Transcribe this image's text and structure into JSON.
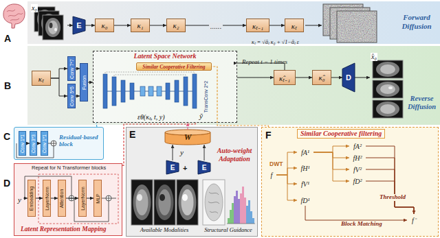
{
  "diagram": {
    "nodes": [
      {
        "text": [
          "Forward Diffusion"
        ]
      },
      {
        "text": [
          "x₀"
        ],
        "in": 0
      },
      {
        "text": [
          "E"
        ],
        "in": 0
      },
      {
        "text": [
          "κ₀"
        ],
        "in": 0
      },
      {
        "text": [
          "κ₁"
        ],
        "in": 0
      },
      {
        "text": [
          "κ₂"
        ],
        "in": 0
      },
      {
        "text": [
          "κₜ₋₁"
        ],
        "in": 0
      },
      {
        "text": [
          "κₜ"
        ],
        "in": 0
      },
      {
        "text": [
          "Reverse Diffusion"
        ]
      },
      {
        "text": [
          "κₜ"
        ],
        "in": 8
      },
      {
        "text": [
          "Conv 7*7"
        ],
        "in": 8
      },
      {
        "text": [
          "Conv 5*5"
        ],
        "in": 8
      },
      {
        "text": [
          "Fusion"
        ],
        "in": 8
      },
      {
        "text": [
          "Latent Space Network"
        ],
        "in": 8
      },
      {
        "text": [
          "Similar Cooperative Filtering"
        ],
        "in": 13
      },
      {
        "text": [
          "κ̂ₜ₋₁"
        ],
        "in": 8
      },
      {
        "text": [
          "κ̂₀"
        ],
        "in": 8
      },
      {
        "text": [
          "D"
        ],
        "in": 8
      },
      {
        "text": [
          "x̂₀"
        ],
        "in": 8
      },
      {
        "text": [
          "Residual-based block"
        ]
      },
      {
        "text": [
          "Conv 1*1"
        ],
        "in": 19
      },
      {
        "text": [
          "Conv 3*3"
        ],
        "in": 19
      },
      {
        "text": [
          "Conv 1*1"
        ],
        "in": 19
      },
      {
        "text": [
          "Repeat for N Transformer blocks",
          "Latent Representation Mapping"
        ]
      },
      {
        "text": [
          "Embedding"
        ],
        "in": 23
      },
      {
        "text": [
          "LayerNorm"
        ],
        "in": 23
      },
      {
        "text": [
          "Attention"
        ],
        "in": 23
      },
      {
        "text": [
          "LayerNorm"
        ],
        "in": 23
      },
      {
        "text": [
          "MLP"
        ],
        "in": 23
      },
      {
        "text": [
          "Auto-weight Adaptation"
        ]
      },
      {
        "text": [
          "W"
        ],
        "in": 29
      },
      {
        "text": [
          "E"
        ],
        "in": 29
      },
      {
        "text": [
          "E"
        ],
        "in": 29
      },
      {
        "text": [
          "Available Modalities"
        ],
        "in": 29
      },
      {
        "text": [
          "Structural Guidance"
        ],
        "in": 29
      },
      {
        "text": [
          "Similar Cooperative filtering"
        ]
      },
      {
        "text": [
          "f"
        ],
        "in": 35
      },
      {
        "text": [
          "fA¹"
        ],
        "in": 35
      },
      {
        "text": [
          "fH¹"
        ],
        "in": 35
      },
      {
        "text": [
          "fV¹"
        ],
        "in": 35
      },
      {
        "text": [
          "fD¹"
        ],
        "in": 35
      },
      {
        "text": [
          "fA²"
        ],
        "in": 35
      },
      {
        "text": [
          "fH²"
        ],
        "in": 35
      },
      {
        "text": [
          "fV²"
        ],
        "in": 35
      },
      {
        "text": [
          "fD²"
        ],
        "in": 35
      },
      {
        "text": [
          "f⁻"
        ],
        "in": 35
      }
    ],
    "edges": [
      {
        "from": 1,
        "to": 2,
        "arrow": "to"
      },
      {
        "from": 2,
        "to": 3,
        "arrow": "to"
      },
      {
        "from": 3,
        "to": 4,
        "arrow": "to"
      },
      {
        "from": 4,
        "to": 5,
        "arrow": "to"
      },
      {
        "from": 5,
        "to": 6,
        "label": "......",
        "arrow": "to"
      },
      {
        "from": 6,
        "to": 7,
        "arrow": "to"
      },
      {
        "from": 9,
        "to": 10,
        "arrow": "to"
      },
      {
        "from": 9,
        "to": 11,
        "arrow": "to"
      },
      {
        "from": 10,
        "to": 12,
        "arrow": "to"
      },
      {
        "from": 11,
        "to": 12,
        "arrow": "to"
      },
      {
        "from": 12,
        "to": 13,
        "arrow": "to"
      },
      {
        "from": 13,
        "to": 15,
        "arrow": "to"
      },
      {
        "from": 15,
        "to": 13,
        "label": "Repeat t − 1 times",
        "arrow": "to"
      },
      {
        "from": 15,
        "to": 16,
        "arrow": "to"
      },
      {
        "from": 16,
        "to": 17,
        "arrow": "to"
      },
      {
        "from": 17,
        "to": 18,
        "arrow": "to"
      },
      {
        "from": 20,
        "to": 21,
        "arrow": "to"
      },
      {
        "from": 21,
        "to": 22,
        "arrow": "to"
      },
      {
        "from": 24,
        "to": 25,
        "arrow": "to"
      },
      {
        "from": 25,
        "to": 26,
        "arrow": "to"
      },
      {
        "from": 26,
        "to": 27,
        "arrow": "to"
      },
      {
        "from": 27,
        "to": 28,
        "arrow": "to"
      },
      {
        "from": 31,
        "to": 30,
        "arrow": "to"
      },
      {
        "from": 32,
        "to": 30,
        "arrow": "to"
      },
      {
        "from": 30,
        "to": 13,
        "arrow": "to"
      },
      {
        "from": 19,
        "to": 13,
        "arrow": "none"
      },
      {
        "from": 23,
        "to": 13,
        "arrow": "none"
      },
      {
        "from": 35,
        "to": 14,
        "arrow": "none"
      },
      {
        "from": 36,
        "to": 37,
        "label": "DWT",
        "arrow": "to"
      },
      {
        "from": 36,
        "to": 38,
        "arrow": "to"
      },
      {
        "from": 36,
        "to": 39,
        "arrow": "to"
      },
      {
        "from": 36,
        "to": 40,
        "arrow": "to"
      },
      {
        "from": 37,
        "to": 41,
        "arrow": "to"
      },
      {
        "from": 37,
        "to": 42,
        "arrow": "to"
      },
      {
        "from": 37,
        "to": 43,
        "arrow": "to"
      },
      {
        "from": 37,
        "to": 44,
        "arrow": "to"
      },
      {
        "from": 40,
        "to": 45,
        "label": "Block Matching",
        "arrow": "to"
      },
      {
        "from": 41,
        "to": 45,
        "arrow": "none"
      },
      {
        "from": 42,
        "to": 45,
        "arrow": "none"
      },
      {
        "from": 43,
        "to": 45,
        "arrow": "none"
      },
      {
        "from": 44,
        "to": 45,
        "label": "Threshold",
        "arrow": "to"
      }
    ],
    "labels": [
      "A",
      "B",
      "C",
      "D",
      "E",
      "F",
      "κₜ = √ᾱₜ κ₀ + √1−ᾱₜ ε",
      "εθ(κₜ, t, y)",
      "ỹ",
      "TransConv 2*2",
      "y",
      "y",
      "+"
    ]
  }
}
